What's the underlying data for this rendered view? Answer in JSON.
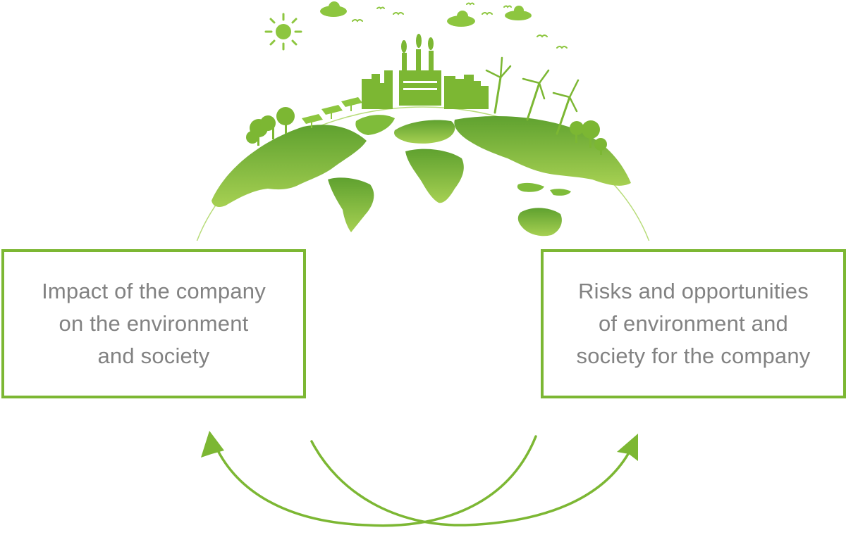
{
  "left_box": {
    "lines": [
      "Impact of the company",
      "on the environment",
      "and society"
    ]
  },
  "right_box": {
    "lines": [
      "Risks and opportunities",
      "of environment and",
      "society for the company"
    ]
  },
  "colors": {
    "accent": "#7cb733",
    "text": "#828282",
    "globe_light": "#9bcb4f",
    "globe_dark": "#5a9c2e"
  }
}
